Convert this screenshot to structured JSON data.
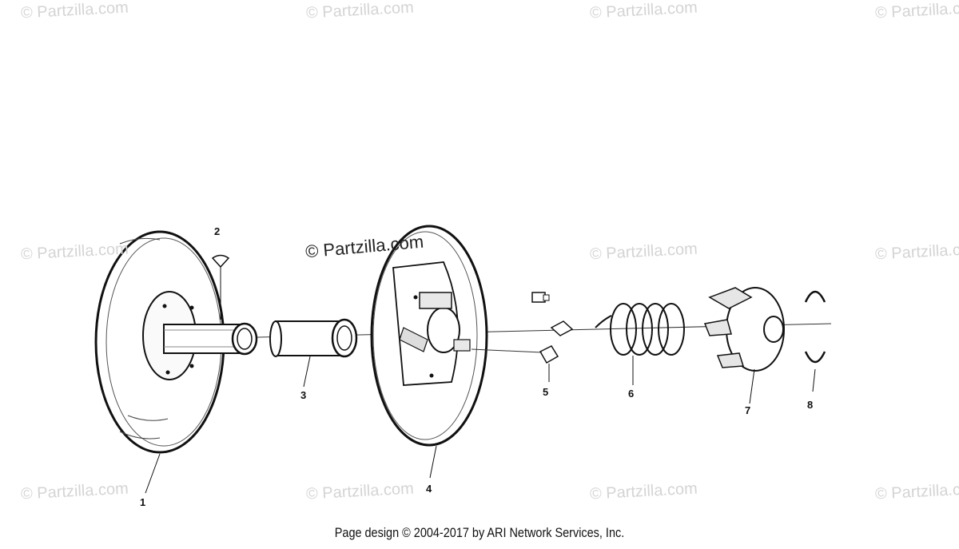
{
  "watermark": "© Partzilla.com",
  "watermark_center": "© Partzilla.com",
  "callouts": [
    "1",
    "2",
    "3",
    "4",
    "5",
    "6",
    "7",
    "8"
  ],
  "footer": "Page design © 2004-2017 by ARI Network Services, Inc."
}
